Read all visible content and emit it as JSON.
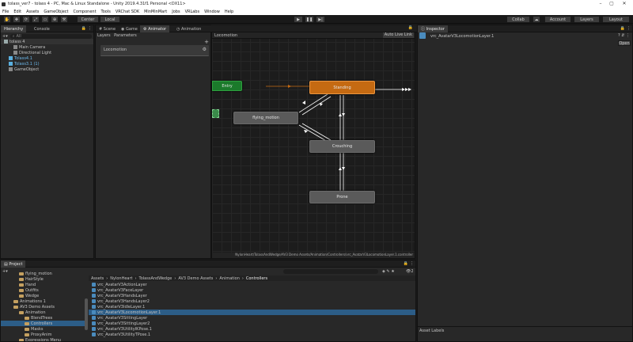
{
  "window": {
    "title": "tolass_ver7 - tolass 4 - PC, Mac & Linux Standalone - Unity 2019.4.31f1 Personal <DX11>"
  },
  "menu": [
    "File",
    "Edit",
    "Assets",
    "GameObject",
    "Component",
    "Tools",
    "VRChat SDK",
    "MinMinMart",
    "Jobs",
    "VRLabs",
    "Window",
    "Help"
  ],
  "toolbar": {
    "center": "Center",
    "local": "Local",
    "collab": "Collab",
    "account": "Account",
    "layers": "Layers",
    "layout": "Layout"
  },
  "hierarchy": {
    "tab": "Hierarchy",
    "tab2": "Console",
    "search": "All",
    "items": [
      {
        "label": "tolass 4",
        "indent": 0,
        "selected": false,
        "scene": true
      },
      {
        "label": "Main Camera",
        "indent": 2
      },
      {
        "label": "Directional Light",
        "indent": 2
      },
      {
        "label": "Tolass4.1",
        "indent": 1,
        "blue": true
      },
      {
        "label": "Tolass3.1 (1)",
        "indent": 1,
        "blue": true
      },
      {
        "label": "GameObject",
        "indent": 1
      }
    ]
  },
  "animator": {
    "tabs": [
      "Scene",
      "Game",
      "Animator",
      "Animation"
    ],
    "sub_tabs": [
      "Layers",
      "Parameters"
    ],
    "layer_name": "Locomotion",
    "breadcrumb": "Locomotion",
    "auto_live": "Auto Live Link",
    "path": "NylonHeart/TolassAndWedge/AV3 Demo Assets/Animation/Controllers/vrc_AvatarV3LocomotionLayer.1.controller",
    "nodes": {
      "entry": "Entry",
      "standing": "Standing",
      "flying": "flying_motion",
      "crouching": "Crouching",
      "prone": "Prone"
    }
  },
  "inspector": {
    "tab": "Inspector",
    "asset": "vrc_AvatarV3LocomotionLayer.1",
    "open": "Open",
    "asset_labels": "Asset Labels"
  },
  "project": {
    "tab": "Project",
    "count": "2",
    "tree": [
      {
        "label": "flying_motion",
        "indent": 3
      },
      {
        "label": "HairStyle",
        "indent": 3
      },
      {
        "label": "Hand",
        "indent": 3
      },
      {
        "label": "Outfits",
        "indent": 3
      },
      {
        "label": "Wedge",
        "indent": 3
      },
      {
        "label": "Animations 1",
        "indent": 2
      },
      {
        "label": "AV3 Demo Assets",
        "indent": 2
      },
      {
        "label": "Animation",
        "indent": 3
      },
      {
        "label": "BlendTrees",
        "indent": 4
      },
      {
        "label": "Controllers",
        "indent": 4,
        "selected": true
      },
      {
        "label": "Masks",
        "indent": 4
      },
      {
        "label": "ProxyAnim",
        "indent": 4
      },
      {
        "label": "Expressions Menu",
        "indent": 3
      }
    ],
    "breadcrumb": [
      "Assets",
      "NylonHeart",
      "TolassAndWedge",
      "AV3 Demo Assets",
      "Animation",
      "Controllers"
    ],
    "files": [
      {
        "label": "vrc_AvatarV3ActionLayer"
      },
      {
        "label": "vrc_AvatarV3FaceLayer"
      },
      {
        "label": "vrc_AvatarV3HandsLayer"
      },
      {
        "label": "vrc_AvatarV3HandsLayer2"
      },
      {
        "label": "vrc_AvatarV3IdleLayer.1"
      },
      {
        "label": "vrc_AvatarV3LocomotionLayer.1",
        "selected": true
      },
      {
        "label": "vrc_AvatarV3SittingLayer"
      },
      {
        "label": "vrc_AvatarV3SittingLayer2"
      },
      {
        "label": "vrc_AvatarV3UtilityIKPose.1"
      },
      {
        "label": "vrc_AvatarV3UtilityTPose.1"
      }
    ]
  }
}
